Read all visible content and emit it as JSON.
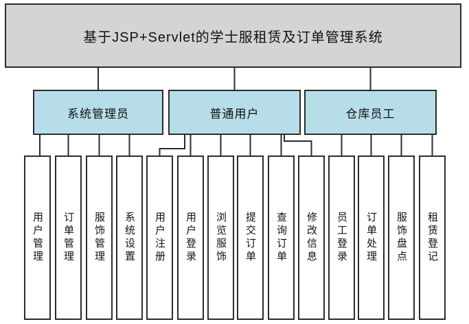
{
  "diagram": {
    "title": "基于JSP+Servlet的学士服租赁及订单管理系统",
    "branches": [
      {
        "label": "系统管理员",
        "children": [
          "用户管理",
          "订单管理",
          "服饰管理",
          "系统设置"
        ]
      },
      {
        "label": "普通用户",
        "children": [
          "用户注册",
          "用户登录",
          "浏览服饰",
          "提交订单",
          "查询订单",
          "修改信息"
        ]
      },
      {
        "label": "仓库员工",
        "children": [
          "员工登录",
          "订单处理",
          "服饰盘点",
          "租赁登记"
        ]
      }
    ],
    "colors": {
      "root_fill": "#d4d4d4",
      "branch_fill": "#b7dde8",
      "leaf_fill": "#ffffff",
      "border": "#2b2b2b",
      "line": "#2b2b2b"
    }
  }
}
